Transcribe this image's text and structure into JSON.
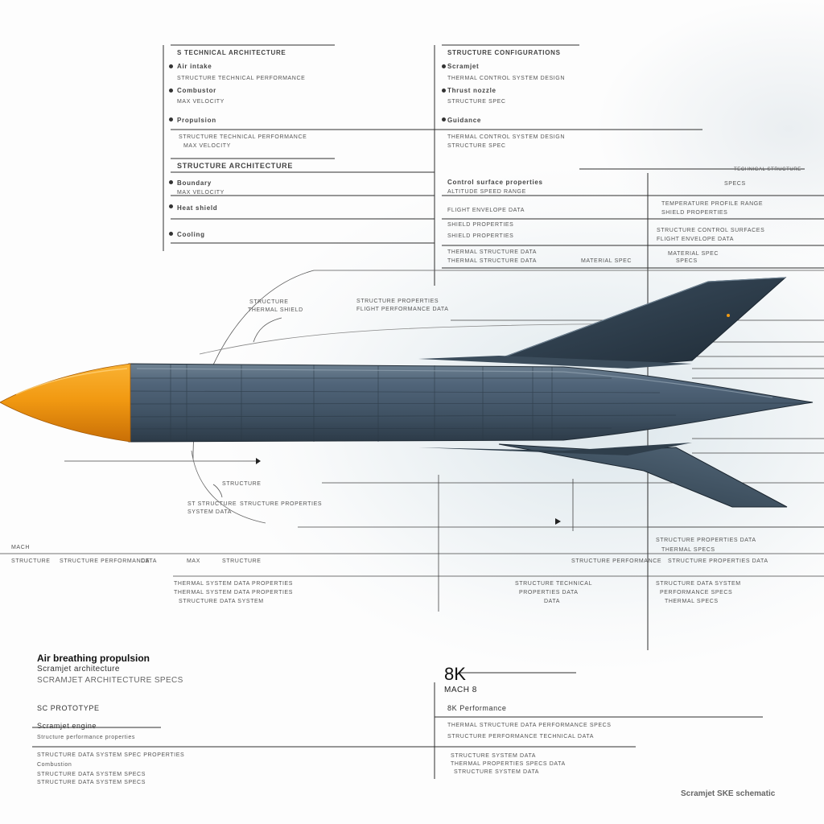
{
  "colors": {
    "nose": "#f29a12",
    "fuselage": "#4b5e6e",
    "fin": "#2f3f4c",
    "line": "#3a3a3a"
  },
  "top_left_panel": {
    "heading": "S TECHNICAL ARCHITECTURE",
    "label_1": "Air intake",
    "label_2": "Combustor",
    "label_3": "Propulsion",
    "row_1": "STRUCTURE TECHNICAL PERFORMANCE",
    "row_1b": "MAX VELOCITY",
    "section": "STRUCTURE ARCHITECTURE",
    "label_4": "Boundary",
    "label_5": "Heat shield",
    "label_6": "Cooling"
  },
  "top_right_panel": {
    "heading": "STRUCTURE CONFIGURATIONS",
    "label_1": "Scramjet",
    "label_2": "Thrust nozzle",
    "label_3": "Guidance",
    "row_1": "THERMAL CONTROL SYSTEM DESIGN",
    "row_1b": "STRUCTURE SPEC",
    "col_header": "Control surface properties",
    "line_a": "ALTITUDE SPEED RANGE",
    "line_b": "FLIGHT ENVELOPE DATA",
    "line_c": "SHIELD PROPERTIES",
    "line_d": "THERMAL STRUCTURE DATA",
    "right_1": "TECHNICAL STRUCTURE",
    "right_2": "SPECS",
    "right_3": "TEMPERATURE PROFILE RANGE",
    "right_4": "STRUCTURE CONTROL SURFACES",
    "right_5": "MATERIAL SPEC"
  },
  "mid_callouts": {
    "c1": "STRUCTURE",
    "c1b": "THERMAL SHIELD",
    "c2": "STRUCTURE PROPERTIES",
    "c2b": "FLIGHT PERFORMANCE DATA",
    "c3": "STRUCTURE",
    "c4": "ST STRUCTURE",
    "c4b": "SYSTEM DATA",
    "c5": "STRUCTURE PROPERTIES",
    "row_a": "MACH",
    "row_b": "STRUCTURE PERFORMANCE",
    "row_b2": "DATA",
    "row_b3": "MAX",
    "row_b4": "STRUCTURE",
    "row_c": "STRUCTURE PROPERTIES DATA",
    "row_c2": "THERMAL SYSTEM DATA PROPERTIES",
    "row_d": "STRUCTURE DATA SYSTEM",
    "row_d2": "PERFORMANCE SPECS",
    "row_d3": "DATA",
    "row_e": "STRUCTURE TECHNICAL",
    "row_e2": "PROPERTIES DATA",
    "row_e3": "THERMAL SPECS"
  },
  "bottom_left": {
    "title": "Air breathing propulsion",
    "subtitle": "Scramjet architecture",
    "subtitle2": "SCRAMJET ARCHITECTURE SPECS",
    "section": "SC PROTOTYPE",
    "item_1": "Scramjet engine",
    "item_2": "Structure performance properties",
    "item_3": "STRUCTURE DATA SYSTEM SPEC PROPERTIES",
    "item_4": "Combustion",
    "item_5": "STRUCTURE DATA SYSTEM SPECS"
  },
  "bottom_right": {
    "big": "8K",
    "mach": "MACH",
    "mach_value": "8",
    "line_1": "8K Performance",
    "line_2": "THERMAL STRUCTURE DATA PERFORMANCE SPECS",
    "line_3": "STRUCTURE PERFORMANCE TECHNICAL DATA",
    "line_4": "STRUCTURE SYSTEM DATA",
    "line_5": "THERMAL PROPERTIES SPECS DATA"
  },
  "credit": "Scramjet SKE schematic"
}
